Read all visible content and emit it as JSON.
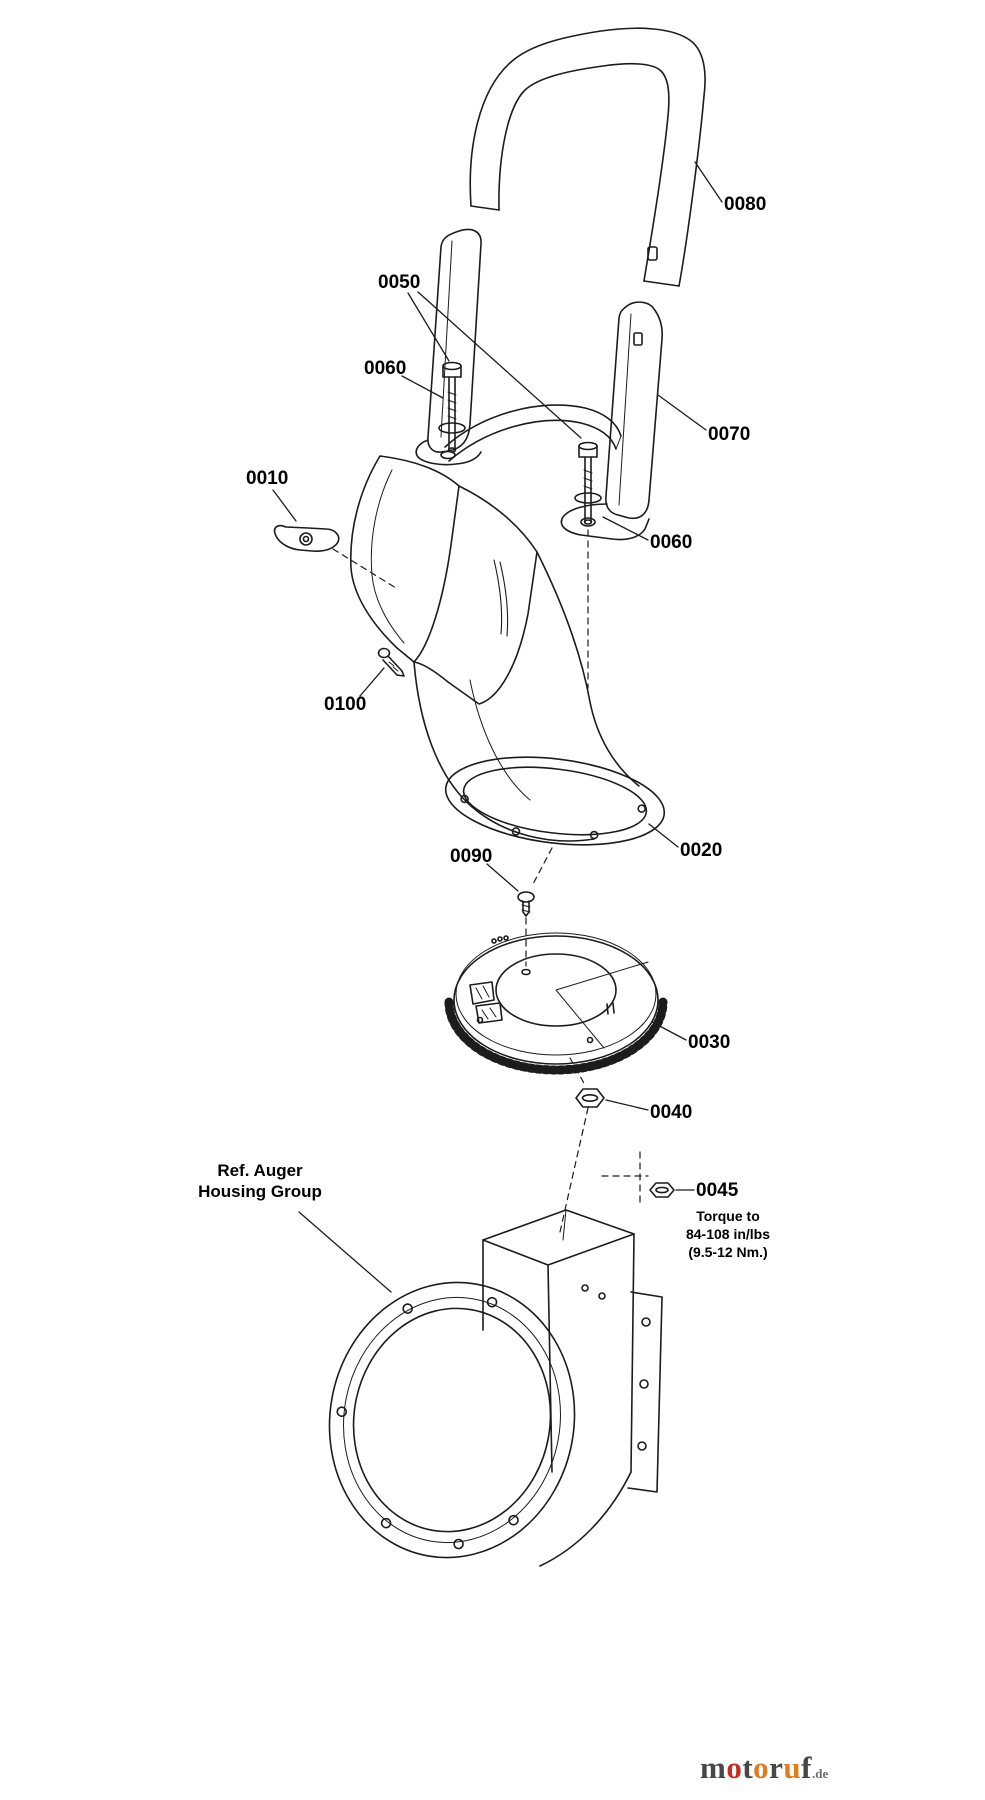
{
  "labels": [
    {
      "id": "0080",
      "text": "0080"
    },
    {
      "id": "0050",
      "text": "0050"
    },
    {
      "id": "0060_top",
      "text": "0060"
    },
    {
      "id": "0070",
      "text": "0070"
    },
    {
      "id": "0010",
      "text": "0010"
    },
    {
      "id": "0060_bottom",
      "text": "0060"
    },
    {
      "id": "0100",
      "text": "0100"
    },
    {
      "id": "0020",
      "text": "0020"
    },
    {
      "id": "0090",
      "text": "0090"
    },
    {
      "id": "0030",
      "text": "0030"
    },
    {
      "id": "0040",
      "text": "0040"
    },
    {
      "id": "0045",
      "text": "0045"
    }
  ],
  "ref_note": {
    "line1": "Ref. Auger",
    "line2": "Housing Group"
  },
  "torque_note": {
    "line1": "Torque to",
    "line2": "84-108 in/lbs",
    "line3": "(9.5-12 Nm.)"
  },
  "watermark": {
    "letters": [
      {
        "ch": "m",
        "color": "#474747"
      },
      {
        "ch": "o",
        "color": "#c62d1f"
      },
      {
        "ch": "t",
        "color": "#474747"
      },
      {
        "ch": "o",
        "color": "#e07b1f"
      },
      {
        "ch": "r",
        "color": "#474747"
      },
      {
        "ch": "u",
        "color": "#e07b1f"
      },
      {
        "ch": "f",
        "color": "#474747"
      }
    ],
    "suffix": ".de"
  },
  "colors": {
    "line": "#1c1c1c",
    "background": "#ffffff",
    "label": "#000000"
  }
}
